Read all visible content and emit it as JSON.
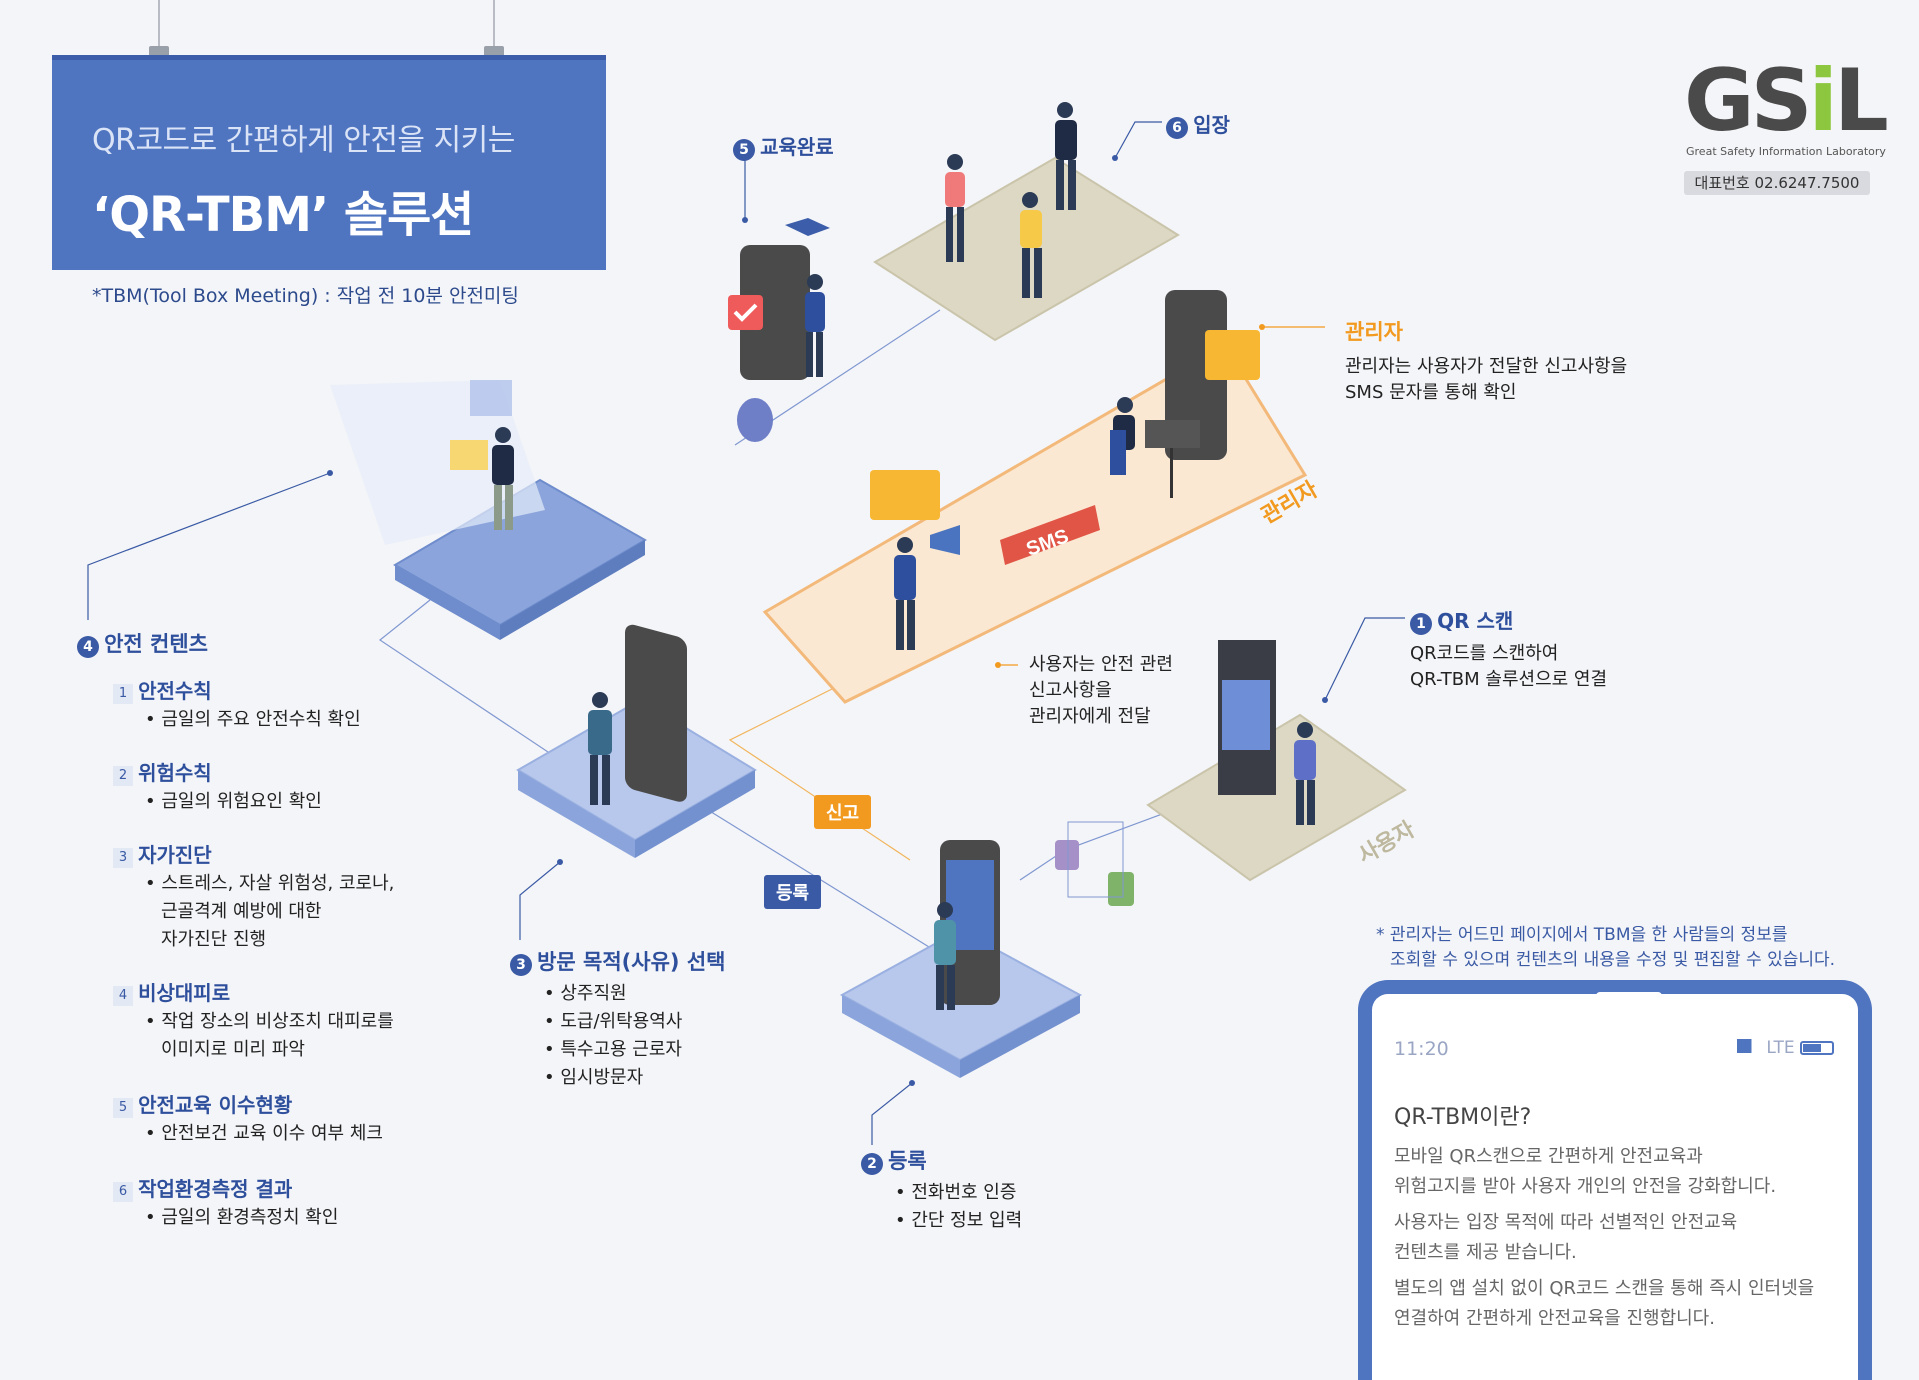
{
  "header": {
    "subtitle": "QR코드로 간편하게 안전을 지키는",
    "title": "‘QR-TBM’ 솔루션",
    "note": "*TBM(Tool Box Meeting) : 작업 전 10분 안전미팅"
  },
  "logo": {
    "text_left": "GS",
    "text_accent": "i",
    "text_right": "L",
    "tagline": "Great Safety Information Laboratory",
    "phone": "대표번호  02.6247.7500"
  },
  "steps": {
    "s1": {
      "num": "1",
      "title": "QR 스캔",
      "line1": "QR코드를 스캔하여",
      "line2": "QR-TBM 솔루션으로 연결"
    },
    "s2": {
      "num": "2",
      "title": "등록",
      "items": [
        "• 전화번호 인증",
        "• 간단 정보 입력"
      ]
    },
    "s3": {
      "num": "3",
      "title": "방문 목적(사유) 선택",
      "items": [
        "• 상주직원",
        "• 도급/위탁용역사",
        "• 특수고용 근로자",
        "• 임시방문자"
      ]
    },
    "s4": {
      "num": "4",
      "title": "안전 컨텐츠"
    },
    "s5": {
      "num": "5",
      "title": "교육완료"
    },
    "s6": {
      "num": "6",
      "title": "입장"
    }
  },
  "contents": [
    {
      "n": "1",
      "title": "안전수칙",
      "lines": [
        "• 금일의 주요 안전수칙 확인"
      ]
    },
    {
      "n": "2",
      "title": "위험수칙",
      "lines": [
        "• 금일의 위험요인 확인"
      ]
    },
    {
      "n": "3",
      "title": "자가진단",
      "lines": [
        "• 스트레스, 자살 위험성, 코로나,",
        "근골격계 예방에 대한",
        "자가진단 진행"
      ]
    },
    {
      "n": "4",
      "title": "비상대피로",
      "lines": [
        "• 작업 장소의 비상조치 대피로를",
        "이미지로 미리 파악"
      ]
    },
    {
      "n": "5",
      "title": "안전교육 이수현황",
      "lines": [
        "• 안전보건 교육 이수 여부 체크"
      ]
    },
    {
      "n": "6",
      "title": "작업환경측정 결과",
      "lines": [
        "• 금일의 환경측정치 확인"
      ]
    }
  ],
  "admin": {
    "title": "관리자",
    "line1": "관리자는 사용자가 전달한 신고사항을",
    "line2": "SMS 문자를 통해 확인",
    "platform_label": "관리자",
    "sms": "SMS"
  },
  "report": {
    "line1": "사용자는 안전 관련",
    "line2": "신고사항을",
    "line3": "관리자에게 전달"
  },
  "tags": {
    "report": "신고",
    "register": "등록"
  },
  "user_label": "사용자",
  "admin_note": {
    "line1": "* 관리자는 어드민 페이지에서 TBM을 한 사람들의 정보를",
    "line2": "조회할 수 있으며 컨텐츠의 내용을 수정 및 편집할 수 있습니다."
  },
  "mobile": {
    "time": "11:20",
    "network": "LTE",
    "heading": "QR-TBM이란?",
    "p1a": "모바일 QR스캔으로 간편하게 안전교육과",
    "p1b": "위험고지를 받아 사용자 개인의 안전을 강화합니다.",
    "p2a": "사용자는 입장 목적에 따라 선별적인 안전교육",
    "p2b": "컨텐츠를 제공 받습니다.",
    "p3a": "별도의 앱 설치 없이 QR코드 스캔을 통해 즉시 인터넷을",
    "p3b": "연결하여 간편하게 안전교육을 진행합니다."
  },
  "colors": {
    "primary": "#4f74c0",
    "accent": "#f29a1f",
    "green": "#8dc63f",
    "platform_blue": "#b8c8ec",
    "platform_beige": "#dcd8c4",
    "platform_orange": "#fbe8d2"
  }
}
